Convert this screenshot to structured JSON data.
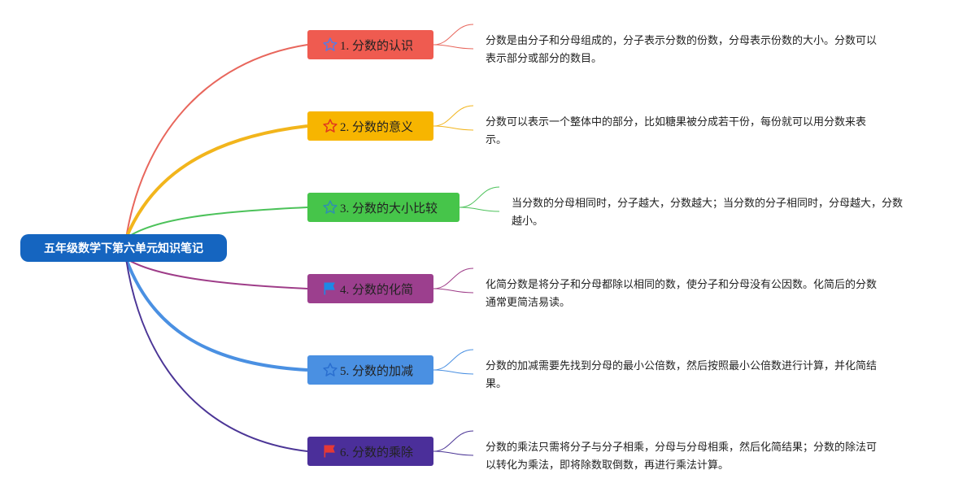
{
  "root": {
    "label": "五年级数学下第六单元知识笔记",
    "color": "#1565c0"
  },
  "branches": [
    {
      "label": "1. 分数的认识",
      "color": "#ef5b50",
      "icon": "star-outline-icon",
      "note": "分数是由分子和分母组成的，分子表示分数的份数，分母表示份数的大小。分数可以表示部分或部分的数目。"
    },
    {
      "label": "2. 分数的意义",
      "color": "#f7b500",
      "icon": "star-outline-icon",
      "note": "分数可以表示一个整体中的部分，比如糖果被分成若干份，每份就可以用分数来表示。"
    },
    {
      "label": "3. 分数的大小比较",
      "color": "#46c54a",
      "icon": "star-outline-icon",
      "note": "当分数的分母相同时，分子越大，分数越大；当分数的分子相同时，分母越大，分数越小。"
    },
    {
      "label": "4. 分数的化简",
      "color": "#9c3f8e",
      "icon": "flag-icon",
      "note": "化简分数是将分子和分母都除以相同的数，使分子和分母没有公因数。化简后的分数通常更简洁易读。"
    },
    {
      "label": "5. 分数的加减",
      "color": "#4a90e2",
      "icon": "star-outline-icon",
      "note": "分数的加减需要先找到分母的最小公倍数，然后按照最小公倍数进行计算，并化简结果。"
    },
    {
      "label": "6. 分数的乘除",
      "color": "#4b2f9a",
      "icon": "flag-icon",
      "note": "分数的乘法只需将分子与分子相乘，分母与分母相乘，然后化简结果；分数的除法可以转化为乘法，即将除数取倒数，再进行乘法计算。"
    }
  ]
}
